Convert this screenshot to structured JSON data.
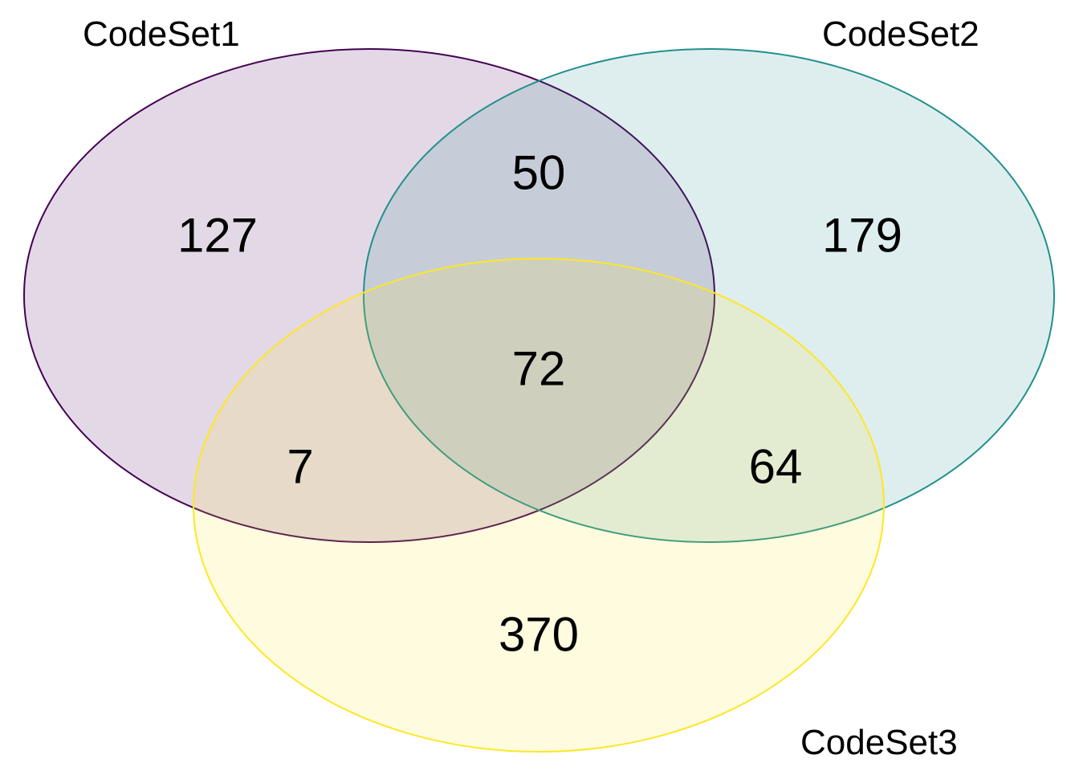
{
  "diagram": {
    "type": "venn-3",
    "sets": [
      {
        "name": "CodeSet1",
        "stroke": "#440154",
        "fill": "#440154",
        "fill_opacity": 0.15
      },
      {
        "name": "CodeSet2",
        "stroke": "#21908C",
        "fill": "#21908C",
        "fill_opacity": 0.15
      },
      {
        "name": "CodeSet3",
        "stroke": "#FDE725",
        "fill": "#FDE725",
        "fill_opacity": 0.15
      }
    ],
    "regions": {
      "only_1": "127",
      "only_2": "179",
      "only_3": "370",
      "set1_set2": "50",
      "set1_set3": "7",
      "set2_set3": "64",
      "all_three": "72"
    }
  }
}
